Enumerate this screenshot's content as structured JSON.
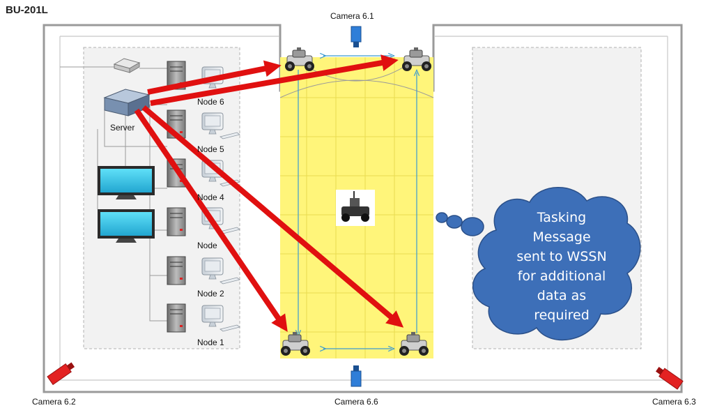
{
  "room": {
    "label": "BU-201L"
  },
  "cameras": {
    "c61": "Camera 6.1",
    "c62": "Camera 6.2",
    "c66": "Camera 6.6",
    "c63": "Camera 6.3"
  },
  "server": {
    "label": "Server"
  },
  "nodes": [
    {
      "label": "Node 6"
    },
    {
      "label": "Node 5"
    },
    {
      "label": "Node 4"
    },
    {
      "label": "Node"
    },
    {
      "label": "Node 2"
    },
    {
      "label": "Node 1"
    }
  ],
  "cloud": {
    "lines": [
      "Tasking",
      "Message",
      "sent to WSSN",
      "for additional",
      "data as",
      "required"
    ]
  },
  "colors": {
    "arena": "#fff57a",
    "arrow": "#e01010",
    "cloud": "#3d6fb8",
    "camera_top": "#2f7ed8",
    "camera_corner": "#e32222",
    "monitor": "#40c8e8"
  }
}
